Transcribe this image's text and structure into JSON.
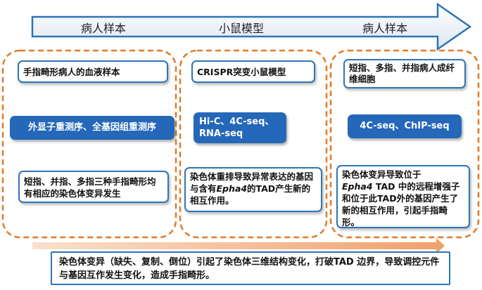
{
  "header": {
    "labels": [
      "病人样本",
      "小鼠模型",
      "病人样本"
    ]
  },
  "columns": [
    {
      "top": "手指畸形病人的血液样本",
      "method": "外显子重测序、全基因组重测序",
      "result": "短指、并指、多指三种手指畸形均有相应的染色体变异发生"
    },
    {
      "top": "CRISPR突变小鼠模型",
      "method": "Hi-C、4C-seq、RNA-seq",
      "result_before": "染色体重排导致异常表达的基因与含有",
      "result_gene": "Epha4",
      "result_after": "的TAD产生新的相互作用。"
    },
    {
      "top": "短指、多指、并指病人成纤维细胞",
      "method": "4C-seq、ChIP-seq",
      "result_before": "染色体变异导致位于",
      "result_gene": "Epha4",
      "result_after": " TAD 中的远程增强子和位于此TAD外的基因产生了新的相互作用，引起手指畸形。"
    }
  ],
  "summary": "染色体变异（缺失、复制、倒位）引起了染色体三维结构变化，打破TAD 边界，导致调控元件与基因互作发生变化，造成手指畸形。",
  "colors": {
    "arrow_outline": "#2e75b6",
    "dashed_group": "#e07b2a",
    "method_fill": "#2567b8",
    "bottom_arrow": "#f4b183"
  }
}
